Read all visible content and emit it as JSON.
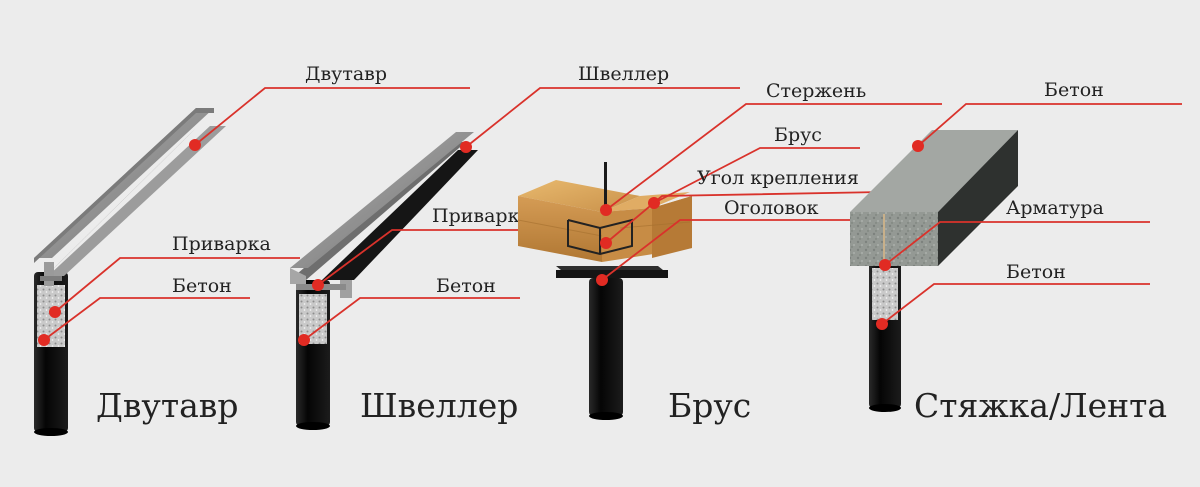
{
  "colors": {
    "background": "#ececec",
    "leader": "#d9322b",
    "dot": "#e12b23",
    "pile": "#111111",
    "steel": "#8a8a8a",
    "wood": "#d8a25a",
    "concrete": "#9fa39f"
  },
  "assemblies": {
    "ibeam": {
      "title": "Двутавр",
      "labels": {
        "beam": "Двутавр",
        "weld": "Приварка",
        "concrete": "Бетон"
      }
    },
    "channel": {
      "title": "Швеллер",
      "labels": {
        "beam": "Швеллер",
        "weld": "Приварка",
        "concrete": "Бетон"
      }
    },
    "timber": {
      "title": "Брус",
      "labels": {
        "rod": "Стержень",
        "beam": "Брус",
        "bracket": "Угол крепления",
        "cap": "Оголовок"
      }
    },
    "strip": {
      "title": "Стяжка/Лента",
      "labels": {
        "concrete_top": "Бетон",
        "rebar": "Арматура",
        "concrete": "Бетон"
      }
    }
  }
}
